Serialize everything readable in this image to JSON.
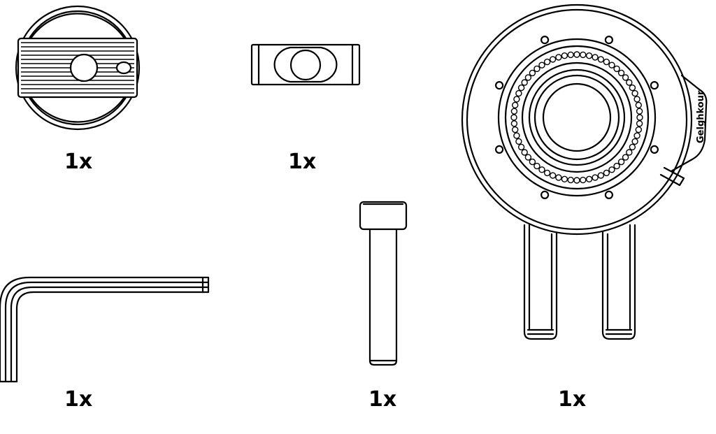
{
  "parts": [
    {
      "id": "round-cap",
      "icon": "round-cap-icon",
      "quantity": "1x"
    },
    {
      "id": "slot-nut",
      "icon": "slot-nut-icon",
      "quantity": "1x"
    },
    {
      "id": "allen-key",
      "icon": "allen-key-icon",
      "quantity": "1x"
    },
    {
      "id": "bolt",
      "icon": "bolt-icon",
      "quantity": "1x"
    },
    {
      "id": "mount-ring",
      "icon": "mount-ring-icon",
      "quantity": "1x",
      "brand_text": "Gelghkour"
    }
  ]
}
